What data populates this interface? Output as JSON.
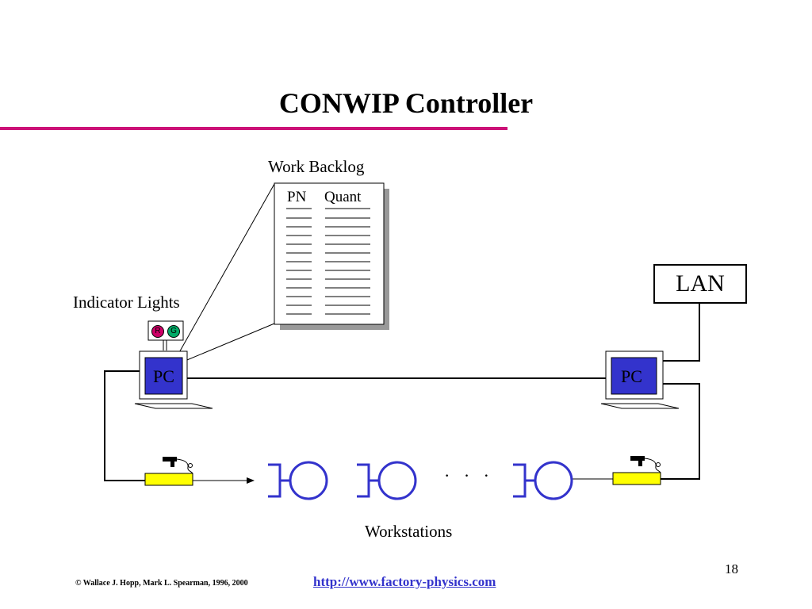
{
  "slide": {
    "title": "CONWIP Controller",
    "page_number": "18",
    "copyright": "© Wallace J. Hopp, Mark L. Spearman, 1996, 2000",
    "url": "http://www.factory-physics.com"
  },
  "diagram": {
    "work_backlog_label": "Work Backlog",
    "backlog_columns": [
      "PN",
      "Quant"
    ],
    "indicator_lights_label": "Indicator Lights",
    "lights": [
      "R",
      "G"
    ],
    "pc_label": "PC",
    "lan_label": "LAN",
    "ellipsis": "· · ·",
    "workstations_label": "Workstations"
  },
  "colors": {
    "accent_rule": "#cc1177",
    "pc_screen": "#3333cc",
    "workstation": "#3333cc",
    "scanner_body": "#ffff00",
    "light_red": "#cc0066",
    "light_green": "#00aa66",
    "url": "#3333cc"
  }
}
